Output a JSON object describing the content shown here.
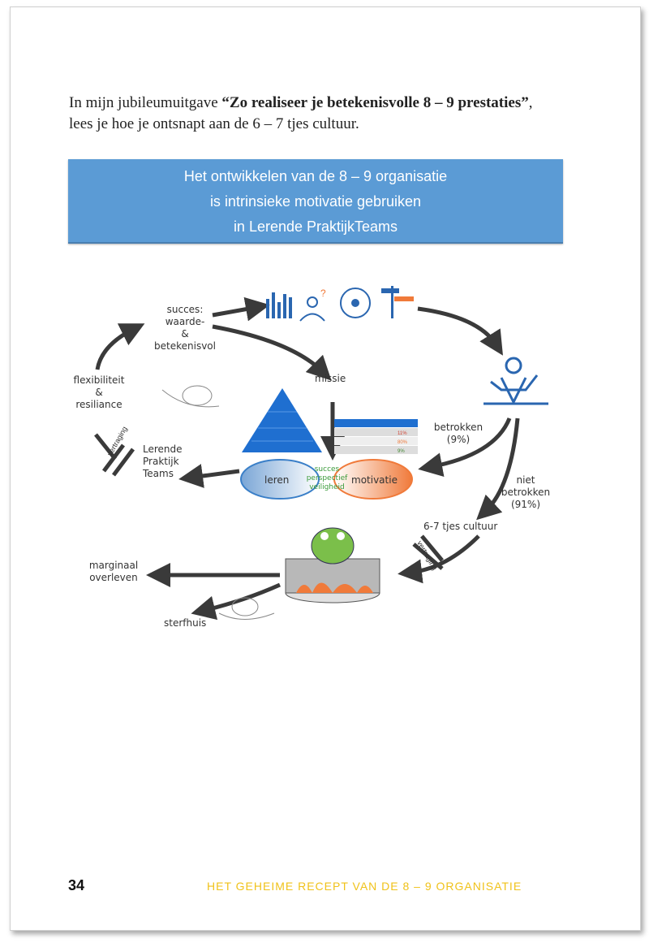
{
  "intro": {
    "prefix": "In mijn jubileumuitgave ",
    "bold": "“Zo realiseer je betekenisvolle 8 – 9 prestaties”",
    "suffix": ",",
    "line2": "lees je hoe je ontsnapt aan de 6 – 7 tjes cultuur."
  },
  "banner": {
    "line1": "Het ontwikkelen van de 8 – 9 organisatie",
    "line2": "is intrinsieke motivatie gebruiken",
    "line3": "in Lerende PraktijkTeams"
  },
  "diagram": {
    "succes": [
      "succes:",
      "waarde-",
      "&",
      "betekenisvol"
    ],
    "missie": "missie",
    "flex": [
      "flexibiliteit",
      "&",
      "resiliance"
    ],
    "lerende": [
      "Lerende",
      "Praktijk",
      "Teams"
    ],
    "vertraging": "vertraging",
    "betrokken": [
      "betrokken",
      "(9%)"
    ],
    "niet_betrokken": [
      "niet",
      "betrokken",
      "(91%)"
    ],
    "cultuur": "6-7 tjes cultuur",
    "marginaal": [
      "marginaal",
      "overleven"
    ],
    "sterfhuis": "sterfhuis",
    "leren": "leren",
    "motivatie": "motivatie",
    "center": [
      "succes",
      "perspectief",
      "veiligheid"
    ],
    "table_values": [
      "11%",
      "80%",
      "9%"
    ]
  },
  "footer": {
    "page_number": "34",
    "title": "HET GEHEIME RECEPT VAN DE 8 – 9 ORGANISATIE"
  },
  "colors": {
    "banner": "#5b9bd5",
    "footer_title": "#f0c21a",
    "orange": "#f07a3a",
    "blue": "#3a7fc8"
  }
}
